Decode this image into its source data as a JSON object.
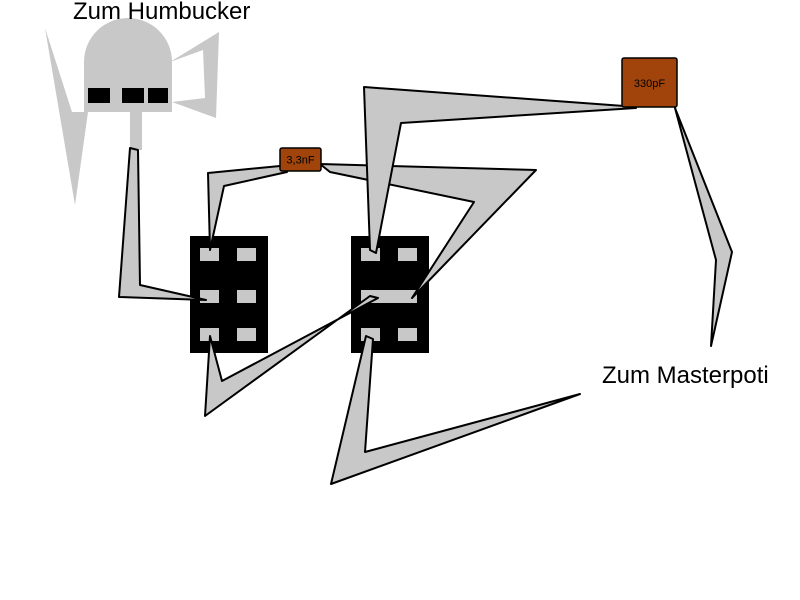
{
  "labels": {
    "humbucker": "Zum Humbucker",
    "masterpoti": "Zum Masterpoti"
  },
  "capacitors": {
    "c1": {
      "label": "3,3nF"
    },
    "c2": {
      "label": "330pF"
    }
  },
  "colors": {
    "wire": "#c8c8c8",
    "capacitor": "#a0440c",
    "switch": "#000000",
    "humbucker": "#c8c8c8"
  }
}
